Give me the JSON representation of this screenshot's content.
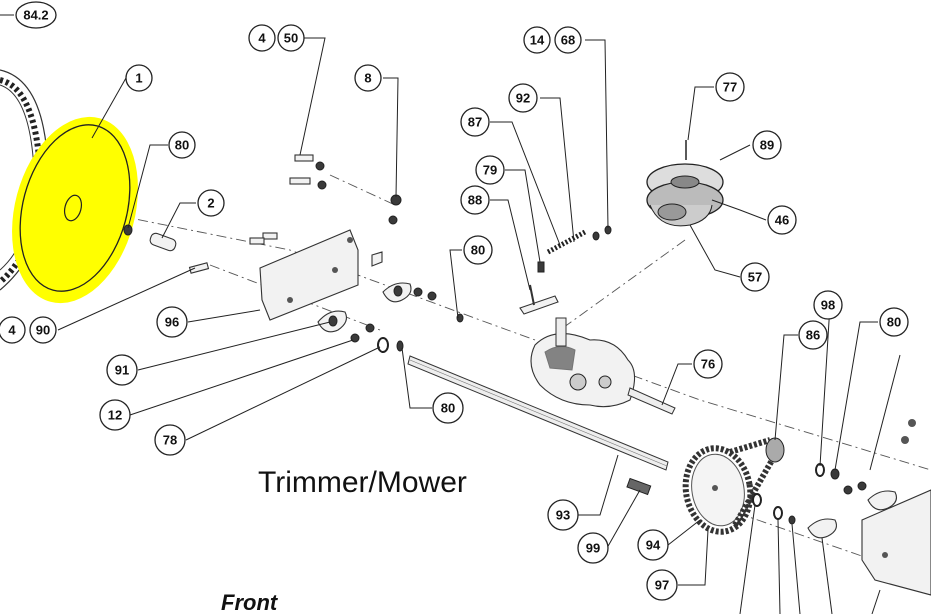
{
  "diagram": {
    "caption": "Trimmer/Mower",
    "front_label": "Front",
    "highlight_color": "#ffff00",
    "callouts": {
      "c84_2": "84.2",
      "c1": "1",
      "c80a": "80",
      "c2": "2",
      "c90_qty": "4",
      "c90": "90",
      "c50_qty": "4",
      "c50": "50",
      "c8": "8",
      "c96": "96",
      "c91": "91",
      "c12": "12",
      "c78": "78",
      "c80b": "80",
      "c68_qty": "14",
      "c68": "68",
      "c92": "92",
      "c87": "87",
      "c79": "79",
      "c88": "88",
      "c80c": "80",
      "c77": "77",
      "c89": "89",
      "c46": "46",
      "c57": "57",
      "c98": "98",
      "c80d": "80",
      "c86": "86",
      "c76": "76",
      "c93": "93",
      "c99": "99",
      "c94": "94",
      "c97": "97"
    }
  }
}
